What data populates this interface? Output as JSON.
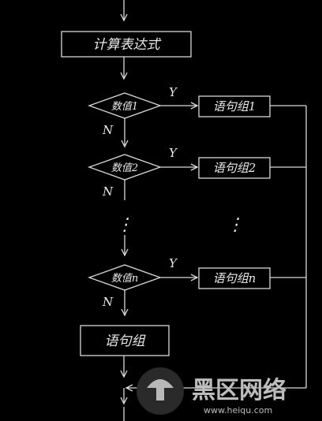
{
  "nodes": {
    "compute": "计算表达式",
    "cond1": "数值1",
    "cond2": "数值2",
    "condn": "数值n",
    "stmt1": "语句组1",
    "stmt2": "语句组2",
    "stmtn": "语句组n",
    "stmt_else": "语句组"
  },
  "edge_labels": {
    "yes": "Y",
    "no": "N"
  },
  "ellipsis": "⋮",
  "watermark": {
    "brand": "黑区网络",
    "url": "www.heiqu.com"
  }
}
